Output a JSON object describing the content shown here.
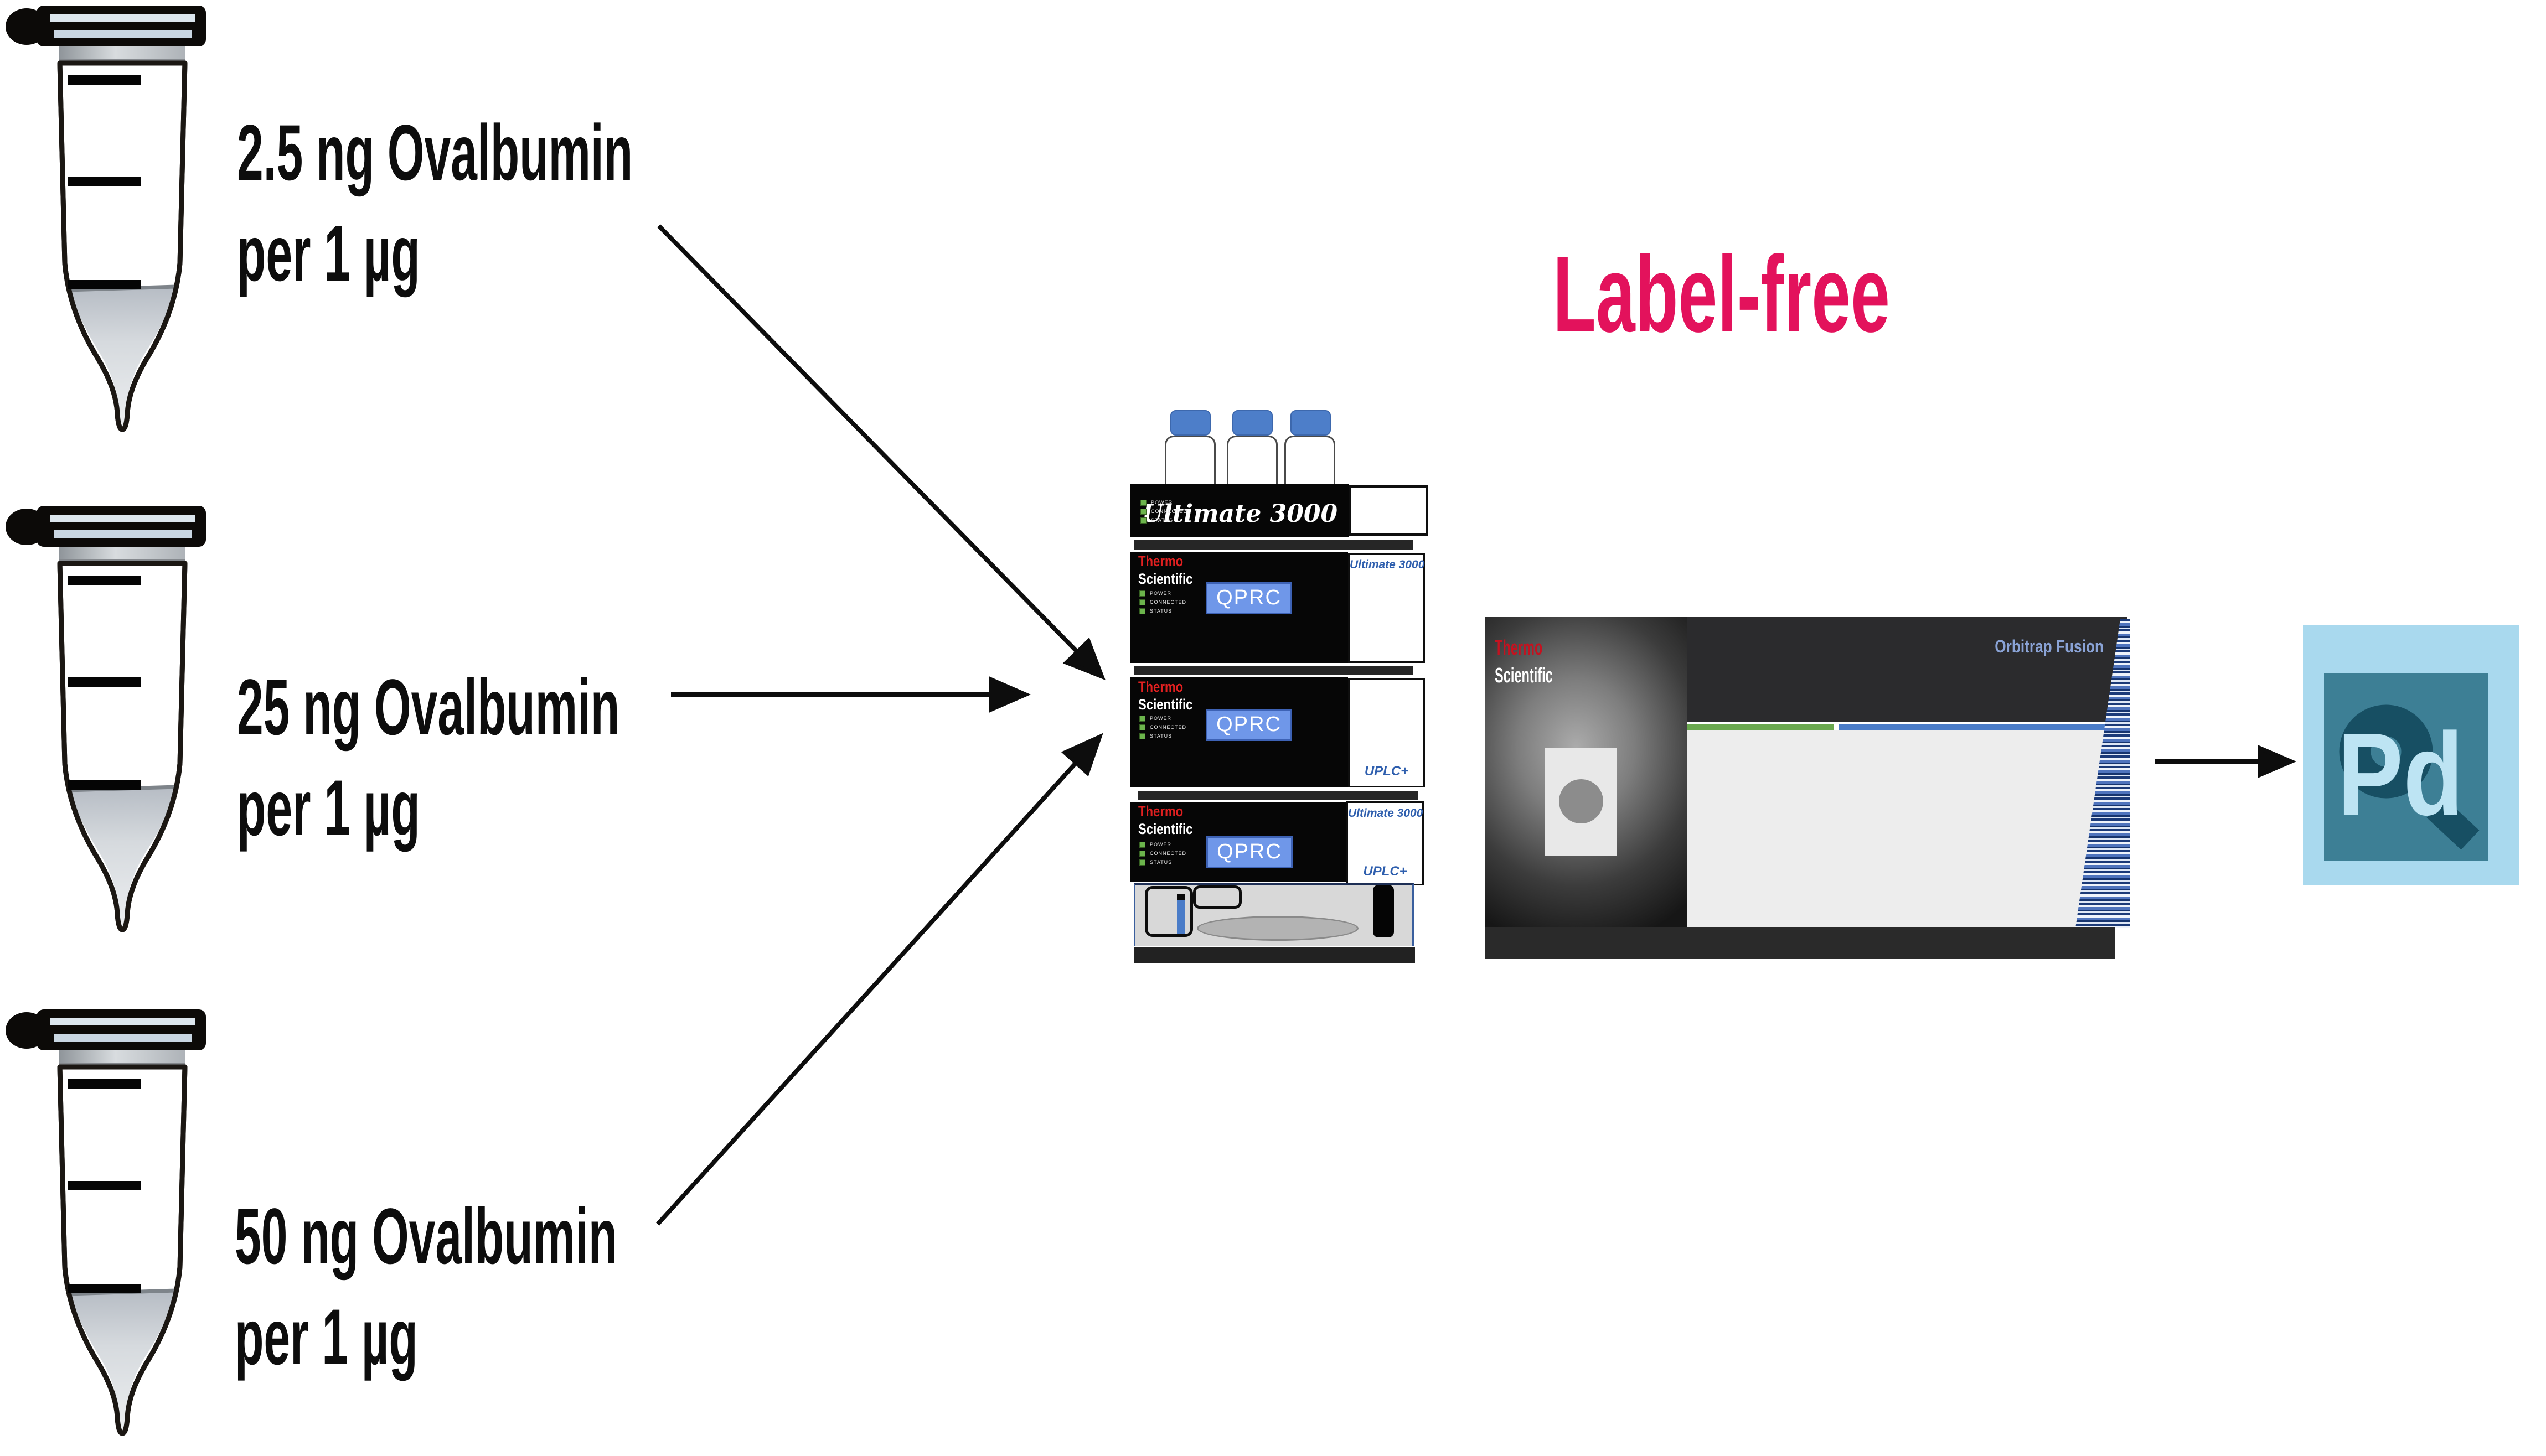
{
  "samples": [
    {
      "amount_line": "2.5 ng Ovalbumin",
      "per_line": "per 1 µg"
    },
    {
      "amount_line": "25 ng Ovalbumin",
      "per_line": "per 1 µg"
    },
    {
      "amount_line": "50 ng Ovalbumin",
      "per_line": "per 1 µg"
    }
  ],
  "method_label": "Label-free",
  "lc_stack": {
    "script_logo": "Ultimate 3000",
    "brand": {
      "line1": "Thermo",
      "line2": "Scientific"
    },
    "leds": [
      "POWER",
      "CONNECTED",
      "STATUS"
    ],
    "valve_label": "QPRC",
    "panel_b_model": "Ultimate 3000",
    "panel_c_series": "UPLC+",
    "panel_d_model": "Ultimate 3000",
    "panel_d_series": "UPLC+"
  },
  "ms": {
    "brand": {
      "line1": "Thermo",
      "line2": "Scientific"
    },
    "model": "Orbitrap Fusion"
  },
  "software_icon": {
    "label": "Pd"
  },
  "colors": {
    "accent": "#e3125c",
    "qprc_blue": "#6f97e9",
    "bottle_cap_blue": "#4d7ec9",
    "led_green": "#6cb44c",
    "panel_text_blue": "#2f5fae",
    "ms_model_blue": "#8aa3d6",
    "strip_green": "#6aa84f",
    "strip_blue": "#4a7cc8",
    "pd_outer": "#a9d9ee",
    "pd_inner": "#3d7f95",
    "pd_dark": "#174f63",
    "pd_letters": "#bde4f3"
  }
}
